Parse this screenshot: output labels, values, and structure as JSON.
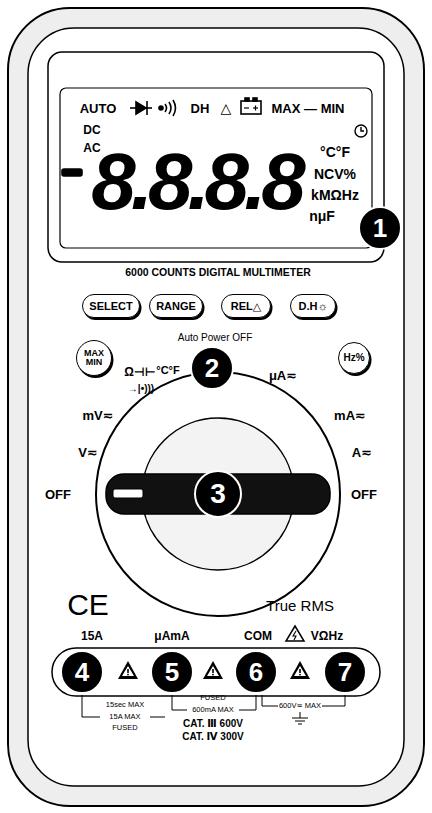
{
  "diagram": {
    "nodes": [
      {
        "text": [
          "1"
        ]
      },
      {
        "text": [
          "SELECT"
        ]
      },
      {
        "text": [
          "RANGE"
        ]
      },
      {
        "text": [
          "REL△"
        ]
      },
      {
        "text": [
          "D.H☼"
        ]
      },
      {
        "text": [
          "MAX MIN"
        ]
      },
      {
        "text": [
          "2"
        ]
      },
      {
        "text": [
          "Hz%"
        ]
      },
      {
        "text": [
          "3"
        ]
      },
      {
        "text": [
          "4"
        ]
      },
      {
        "text": [
          "5"
        ]
      },
      {
        "text": [
          "6"
        ]
      },
      {
        "text": [
          "7"
        ]
      }
    ],
    "labels": [
      "AUTO",
      "DH",
      "△",
      "MAX — MIN",
      "DC",
      "AC",
      "8.8.8.8",
      "°C°F",
      "NCV%",
      "kMΩHz",
      "nμF",
      "6000 COUNTS DIGITAL MULTIMETER",
      "Auto Power OFF",
      "Ω⊣⊢",
      "→|•)))",
      "°C°F",
      "μA≂",
      "mV≂",
      "mA≂",
      "V≂",
      "A≂",
      "OFF",
      "OFF",
      "CE",
      "True RMS",
      "15A",
      "μAmA",
      "COM",
      "VΩHz",
      "15sec MAX",
      "15A MAX",
      "FUSED",
      "FUSED",
      "600mA MAX",
      "CAT. Ⅲ 600V",
      "CAT. Ⅳ 300V",
      "600V≂ MAX"
    ]
  }
}
